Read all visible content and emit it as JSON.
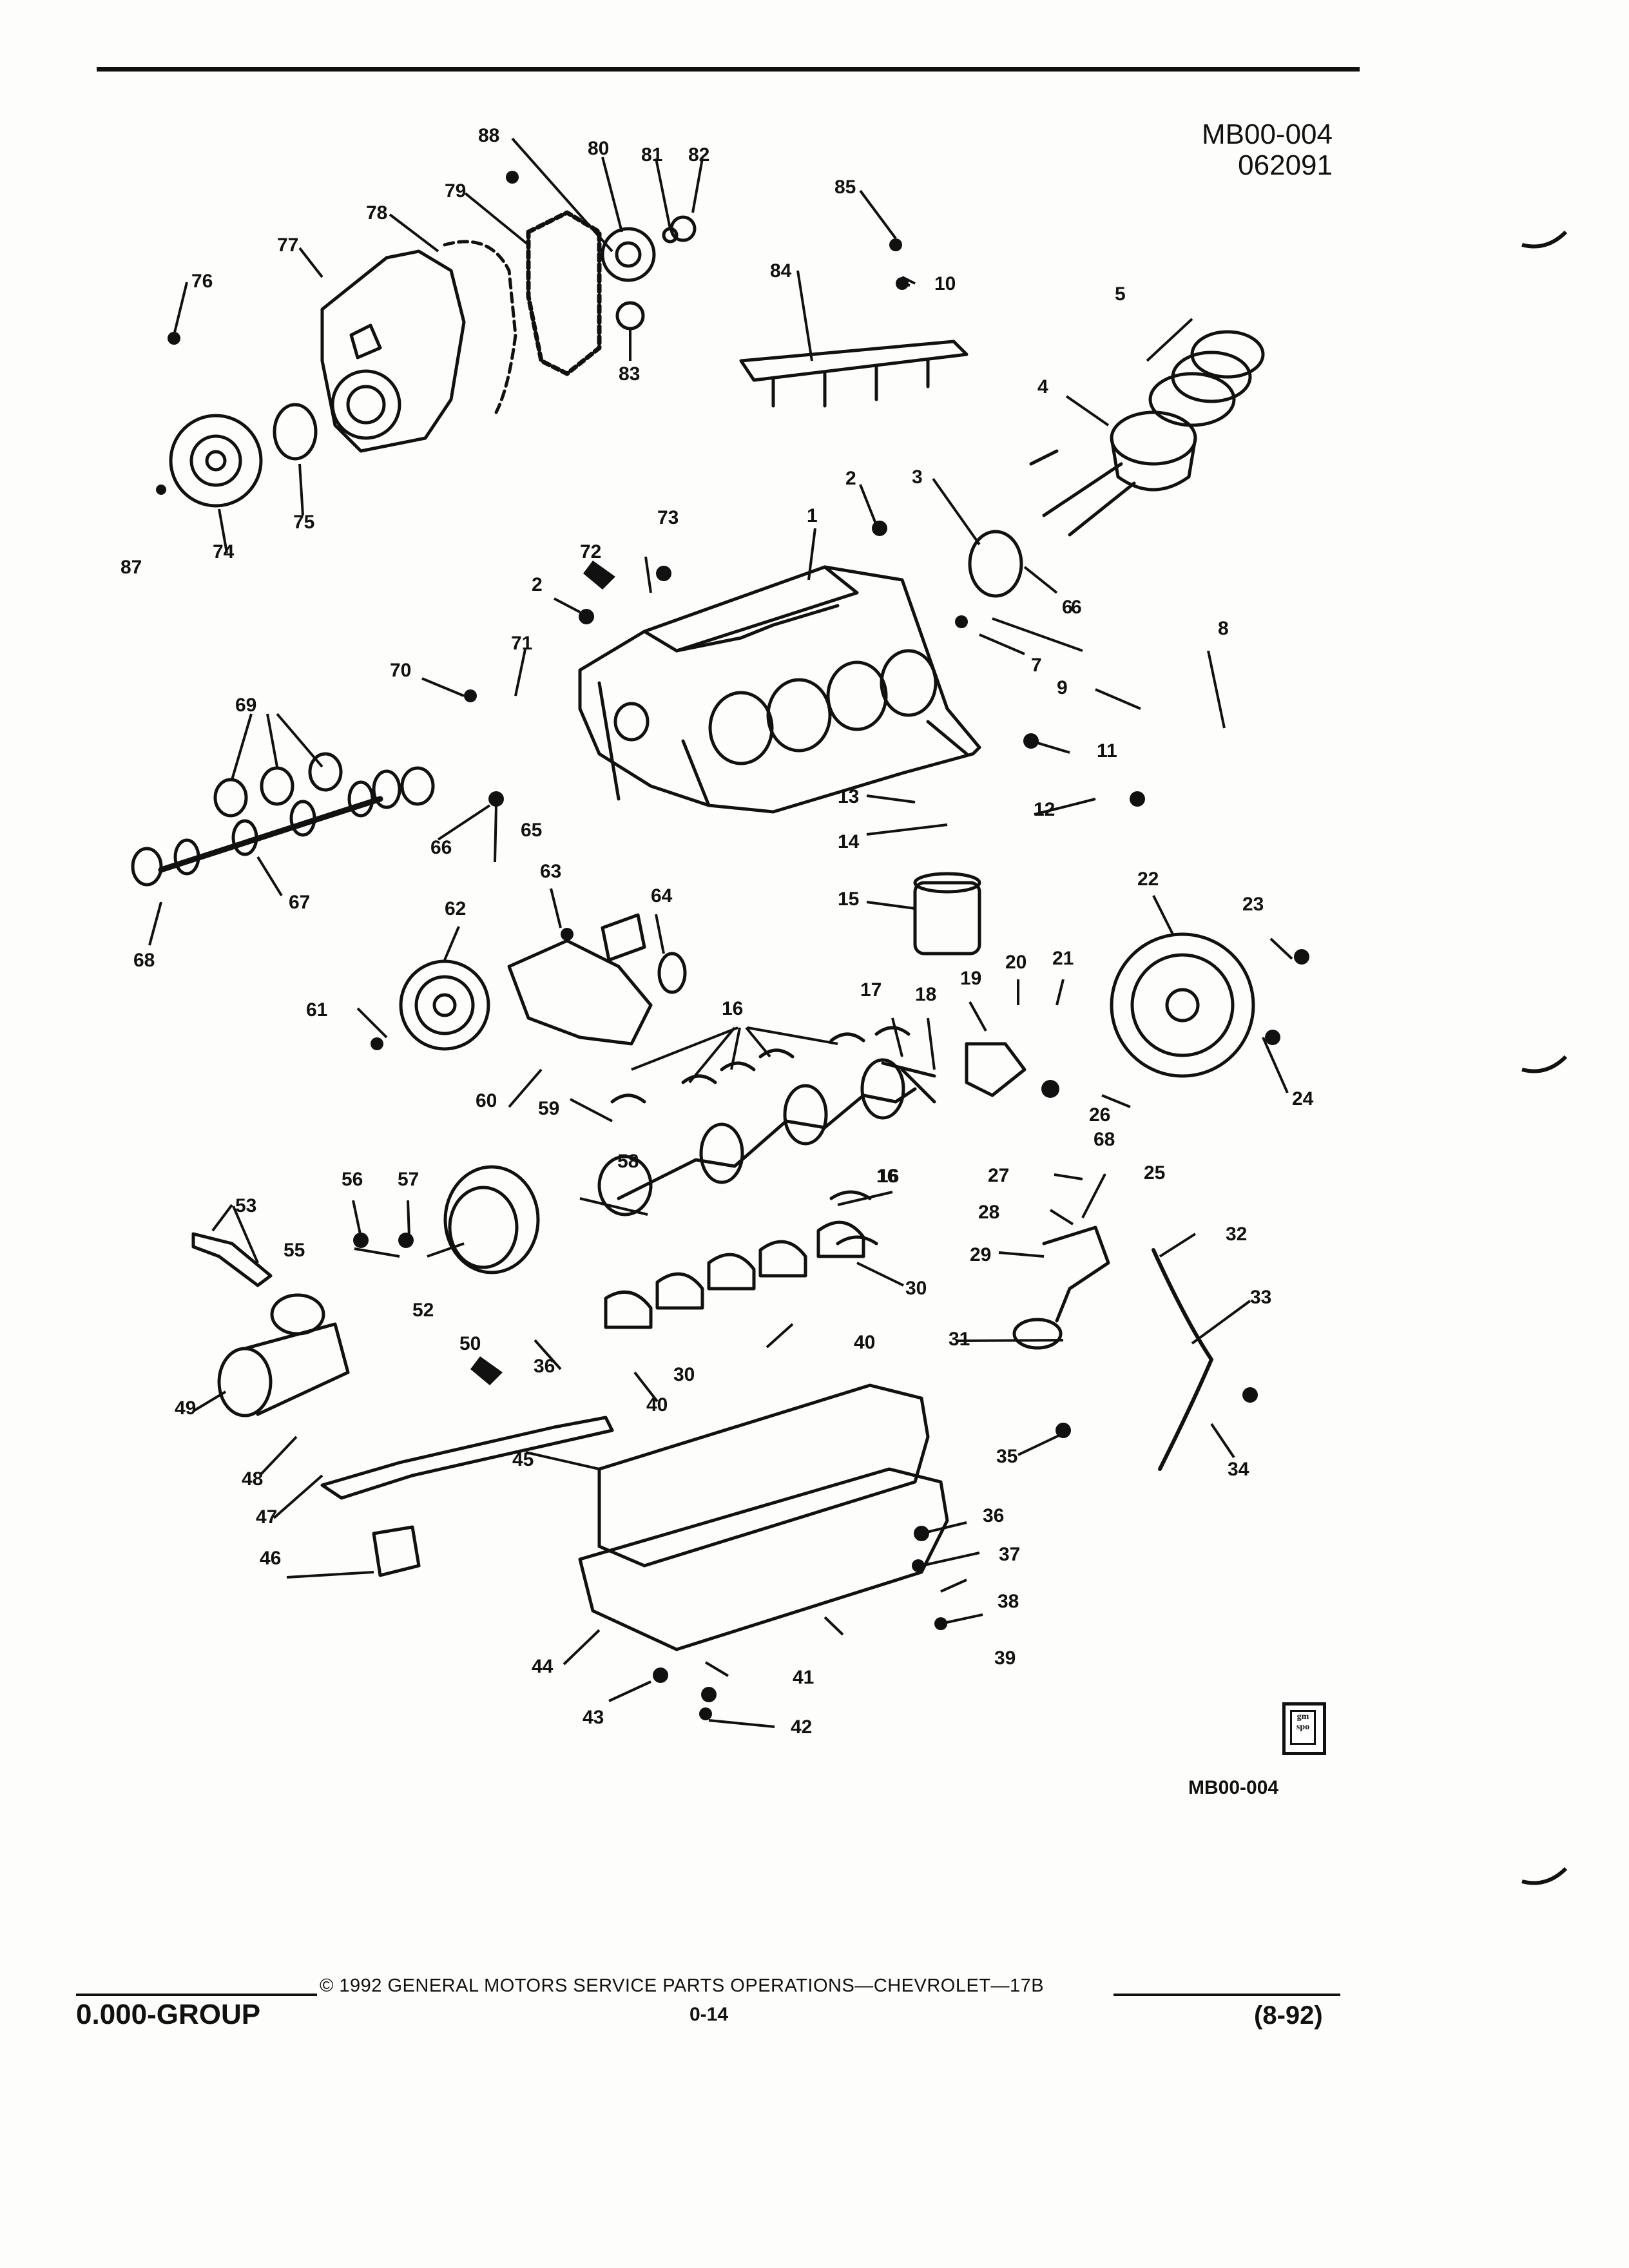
{
  "header": {
    "diagram_id": "MB00-004",
    "date_code": "062091"
  },
  "figure": {
    "label": "MB00-004",
    "logo_text": [
      "gm",
      "spo"
    ]
  },
  "callouts": [
    "1",
    "2",
    "2",
    "3",
    "4",
    "5",
    "6",
    "6",
    "7",
    "8",
    "9",
    "10",
    "11",
    "12",
    "13",
    "14",
    "15",
    "16",
    "16",
    "16",
    "17",
    "18",
    "19",
    "20",
    "21",
    "22",
    "23",
    "24",
    "25",
    "26",
    "27",
    "28",
    "29",
    "30",
    "30",
    "31",
    "32",
    "33",
    "34",
    "35",
    "36",
    "36",
    "37",
    "38",
    "39",
    "40",
    "40",
    "41",
    "42",
    "43",
    "44",
    "45",
    "46",
    "47",
    "48",
    "49",
    "50",
    "52",
    "53",
    "55",
    "56",
    "57",
    "58",
    "59",
    "60",
    "61",
    "62",
    "63",
    "64",
    "65",
    "66",
    "67",
    "68",
    "68",
    "69",
    "70",
    "71",
    "72",
    "73",
    "74",
    "75",
    "76",
    "77",
    "78",
    "79",
    "80",
    "81",
    "82",
    "83",
    "84",
    "85",
    "87",
    "88"
  ],
  "footer": {
    "group": "0.000-GROUP",
    "copyright": "© 1992 GENERAL MOTORS SERVICE PARTS OPERATIONS—CHEVROLET—17B",
    "page": "0-14",
    "revision": "(8-92)"
  }
}
